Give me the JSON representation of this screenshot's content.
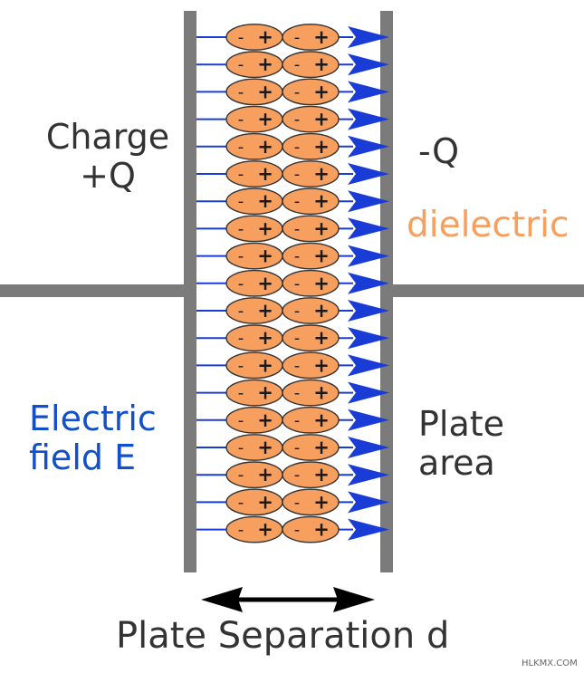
{
  "labels": {
    "charge": [
      "Charge",
      "+Q"
    ],
    "negative_charge": "-Q",
    "dielectric": "dielectric",
    "electric_field": [
      "Electric",
      "field E"
    ],
    "plate_area": [
      "Plate",
      "area"
    ],
    "plate_separation": "Plate Separation d",
    "watermark": "HLKMX.COM"
  },
  "dipole": {
    "negative_sign": "-",
    "positive_sign": "+",
    "rows": 19,
    "per_row": 2
  },
  "colors": {
    "plate": "#7b7b7b",
    "wire": "#7b7b7b",
    "field_arrow": "#1a3cd6",
    "dipole_fill": "#f79f5f",
    "dipole_stroke": "#333333",
    "dielectric_text": "#f79f5f",
    "field_text": "#1150c8",
    "label_text": "#333333",
    "separation_arrow": "#000000"
  }
}
